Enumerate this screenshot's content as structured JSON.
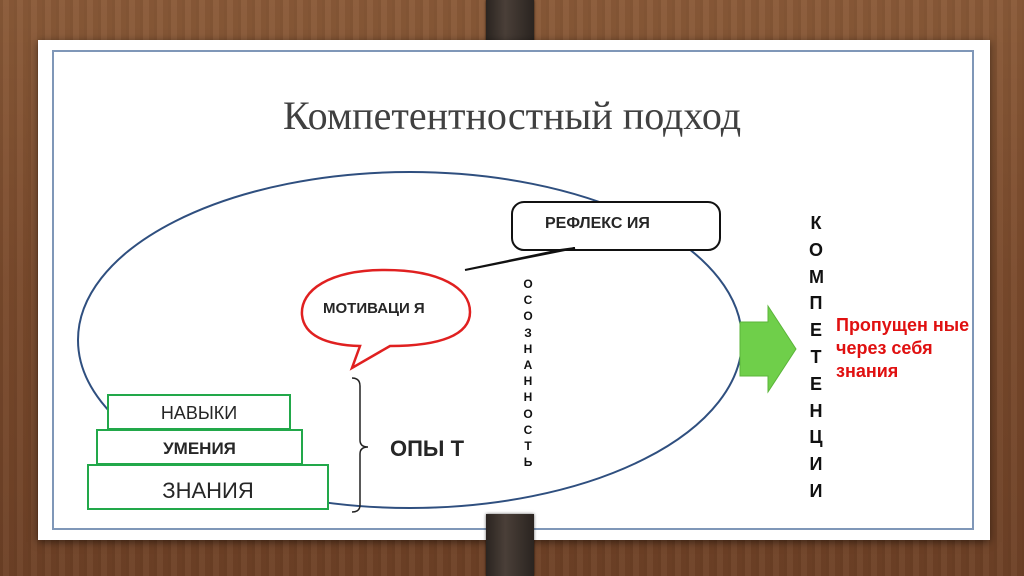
{
  "title": "Компетентностный подход",
  "refleksiya": "РЕФЛЕКС ИЯ",
  "motivatsiya": "МОТИВАЦИ Я",
  "osoznannost": "ОСОЗНАННОСТЬ",
  "kompetentsii": "КОМПЕТЕНЦИИ",
  "propushchennye": "Пропущен ные через себя знания",
  "navyki": "НАВЫКИ",
  "umeniya": "УМЕНИЯ",
  "znaniya": "ЗНАНИЯ",
  "opyt": "ОПЫ Т",
  "colors": {
    "ellipse": "#2f4f7f",
    "motivation_bubble": "#e02020",
    "boxes": "#22a84a",
    "arrow": "#6fcf4a",
    "red_text": "#e01010"
  }
}
